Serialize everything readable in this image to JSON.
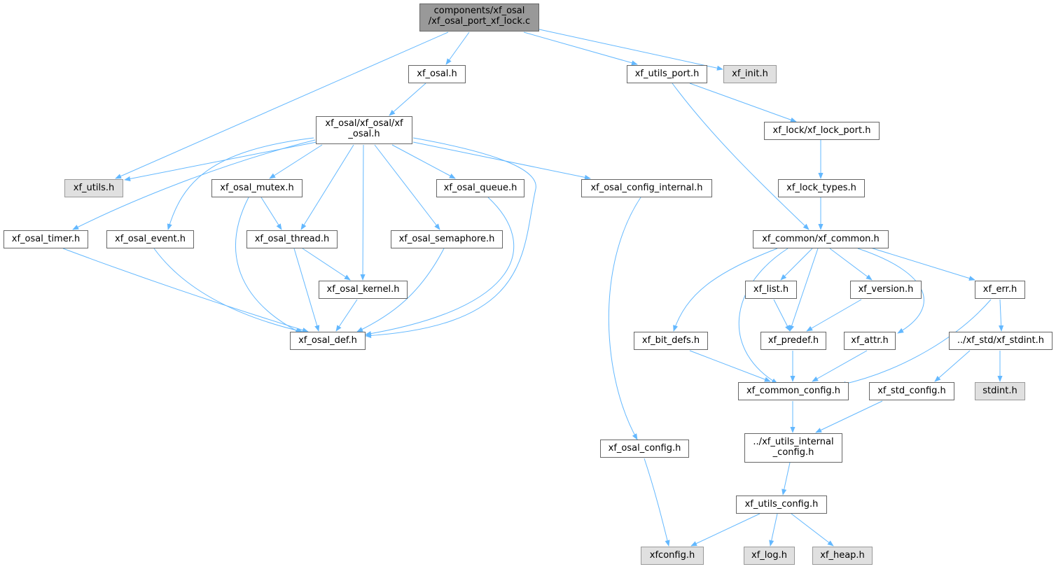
{
  "graph": {
    "root": "components/xf_osal\n/xf_osal_port_xf_lock.c",
    "nodes": {
      "xf_osal_h": "xf_osal.h",
      "xf_utils_port_h": "xf_utils_port.h",
      "xf_init_h": "xf_init.h",
      "xf_osal_xf_osal_h": "xf_osal/xf_osal/xf\n_osal.h",
      "xf_lock_port_h": "xf_lock/xf_lock_port.h",
      "xf_utils_h": "xf_utils.h",
      "xf_osal_mutex_h": "xf_osal_mutex.h",
      "xf_osal_queue_h": "xf_osal_queue.h",
      "xf_osal_config_internal_h": "xf_osal_config_internal.h",
      "xf_lock_types_h": "xf_lock_types.h",
      "xf_osal_timer_h": "xf_osal_timer.h",
      "xf_osal_event_h": "xf_osal_event.h",
      "xf_osal_thread_h": "xf_osal_thread.h",
      "xf_osal_semaphore_h": "xf_osal_semaphore.h",
      "xf_common_h": "xf_common/xf_common.h",
      "xf_osal_kernel_h": "xf_osal_kernel.h",
      "xf_list_h": "xf_list.h",
      "xf_version_h": "xf_version.h",
      "xf_err_h": "xf_err.h",
      "xf_osal_def_h": "xf_osal_def.h",
      "xf_bit_defs_h": "xf_bit_defs.h",
      "xf_predef_h": "xf_predef.h",
      "xf_attr_h": "xf_attr.h",
      "xf_stdint_h": "../xf_std/xf_stdint.h",
      "xf_common_config_h": "xf_common_config.h",
      "xf_std_config_h": "xf_std_config.h",
      "stdint_h": "stdint.h",
      "xf_osal_config_h": "xf_osal_config.h",
      "xf_utils_internal_config_h": "../xf_utils_internal\n_config.h",
      "xf_utils_config_h": "xf_utils_config.h",
      "xfconfig_h": "xfconfig.h",
      "xf_log_h": "xf_log.h",
      "xf_heap_h": "xf_heap.h"
    },
    "colors": {
      "edge": "#63b8ff",
      "node_border": "#666666",
      "external_fill": "#e0e0e0",
      "root_fill": "#999999"
    }
  }
}
